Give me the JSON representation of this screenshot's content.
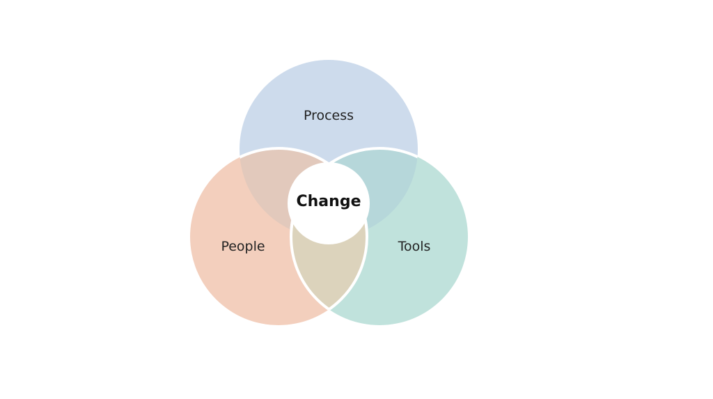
{
  "diagram": {
    "type": "venn",
    "center_label": "Change",
    "sets": [
      {
        "id": "process",
        "label": "Process",
        "color": "#cddbec"
      },
      {
        "id": "people",
        "label": "People",
        "color": "#f3cfbd"
      },
      {
        "id": "tools",
        "label": "Tools",
        "color": "#c0e2dc"
      }
    ],
    "overlaps": [
      {
        "sets": [
          "process",
          "people"
        ],
        "color": "#e2c9bc"
      },
      {
        "sets": [
          "process",
          "tools"
        ],
        "color": "#b6d7da"
      },
      {
        "sets": [
          "people",
          "tools"
        ],
        "color": "#dcd3bc"
      }
    ],
    "center_color": "#ffffff",
    "stroke_color": "#ffffff"
  }
}
